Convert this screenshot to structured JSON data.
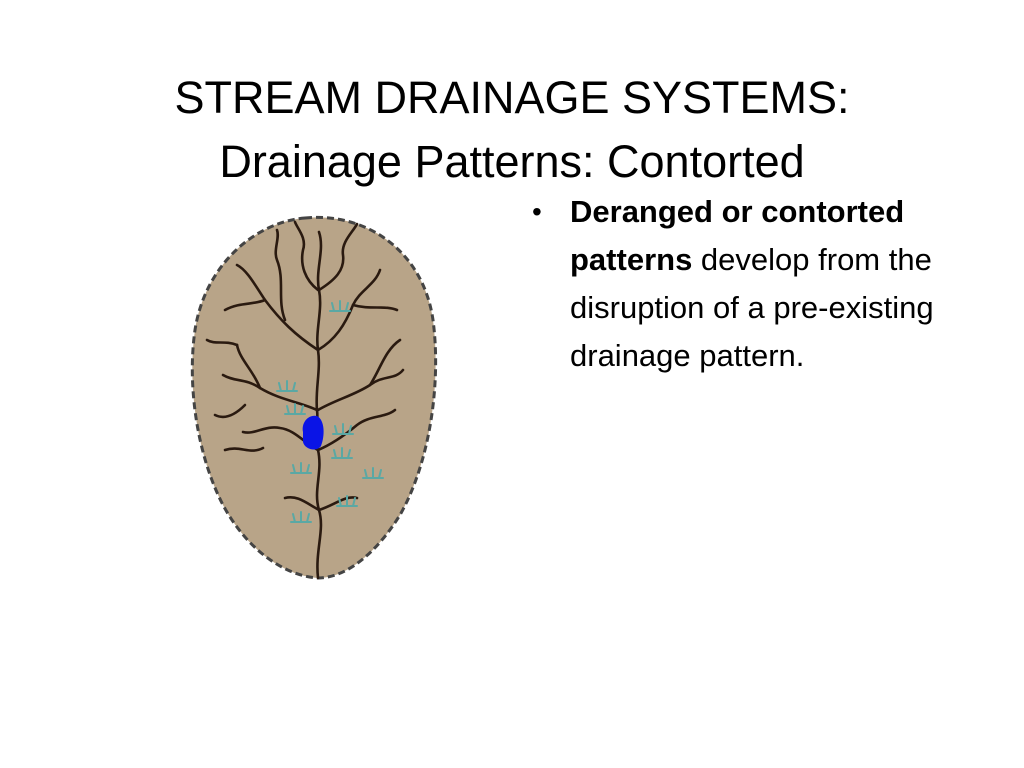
{
  "slide": {
    "title_line1": "STREAM DRAINAGE SYSTEMS:",
    "title_line2": "Drainage Patterns: Contorted"
  },
  "bullets": [
    {
      "marker": "•",
      "bold_text": "Deranged or contorted patterns",
      "rest_text": " develop from the disruption of a pre-existing drainage pattern."
    }
  ],
  "figure": {
    "icon": "deranged-drainage-diagram",
    "colors": {
      "land": "#b8a488",
      "outline": "#444444",
      "streams": "#2a1a10",
      "lake": "#0a14e6",
      "marsh": "#5aa8a4"
    }
  }
}
